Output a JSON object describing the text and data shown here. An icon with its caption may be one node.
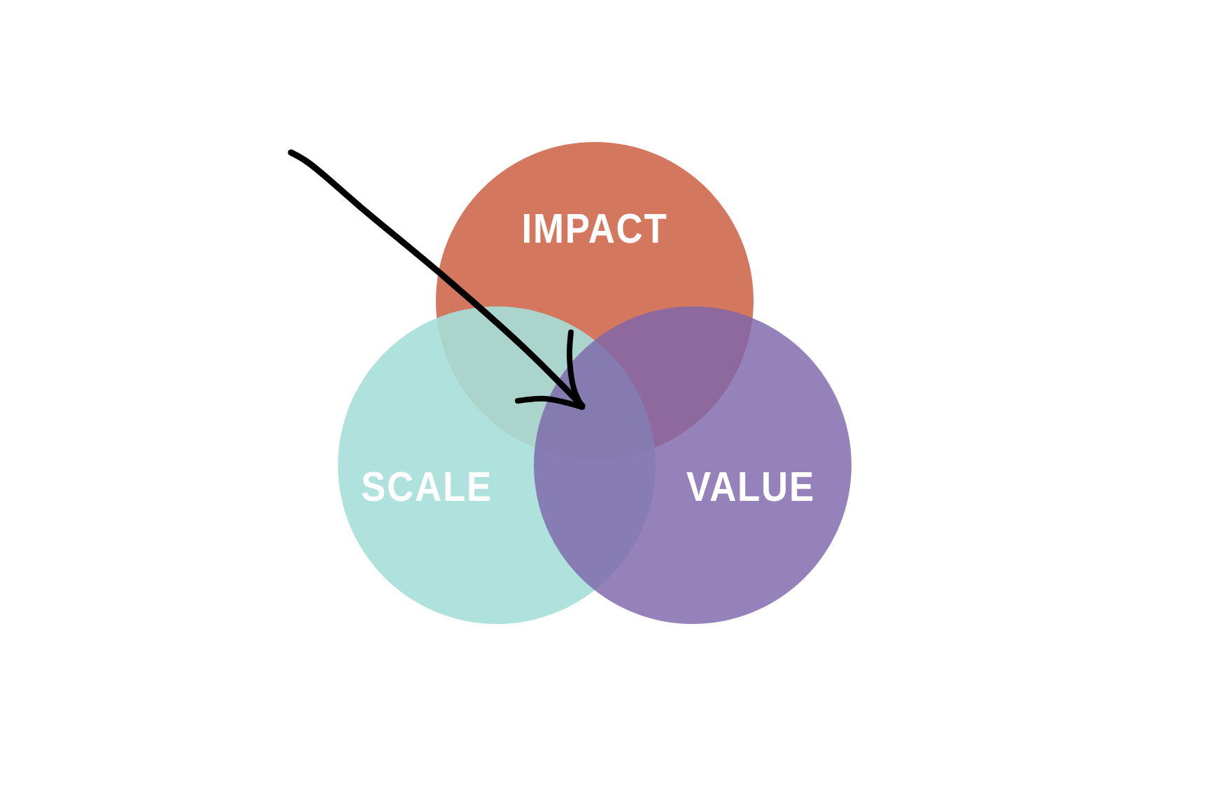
{
  "diagram": {
    "nodes": [
      {
        "text": [
          "IMPACT"
        ]
      },
      {
        "text": [
          "SCALE"
        ]
      },
      {
        "text": [
          "VALUE"
        ]
      }
    ]
  }
}
